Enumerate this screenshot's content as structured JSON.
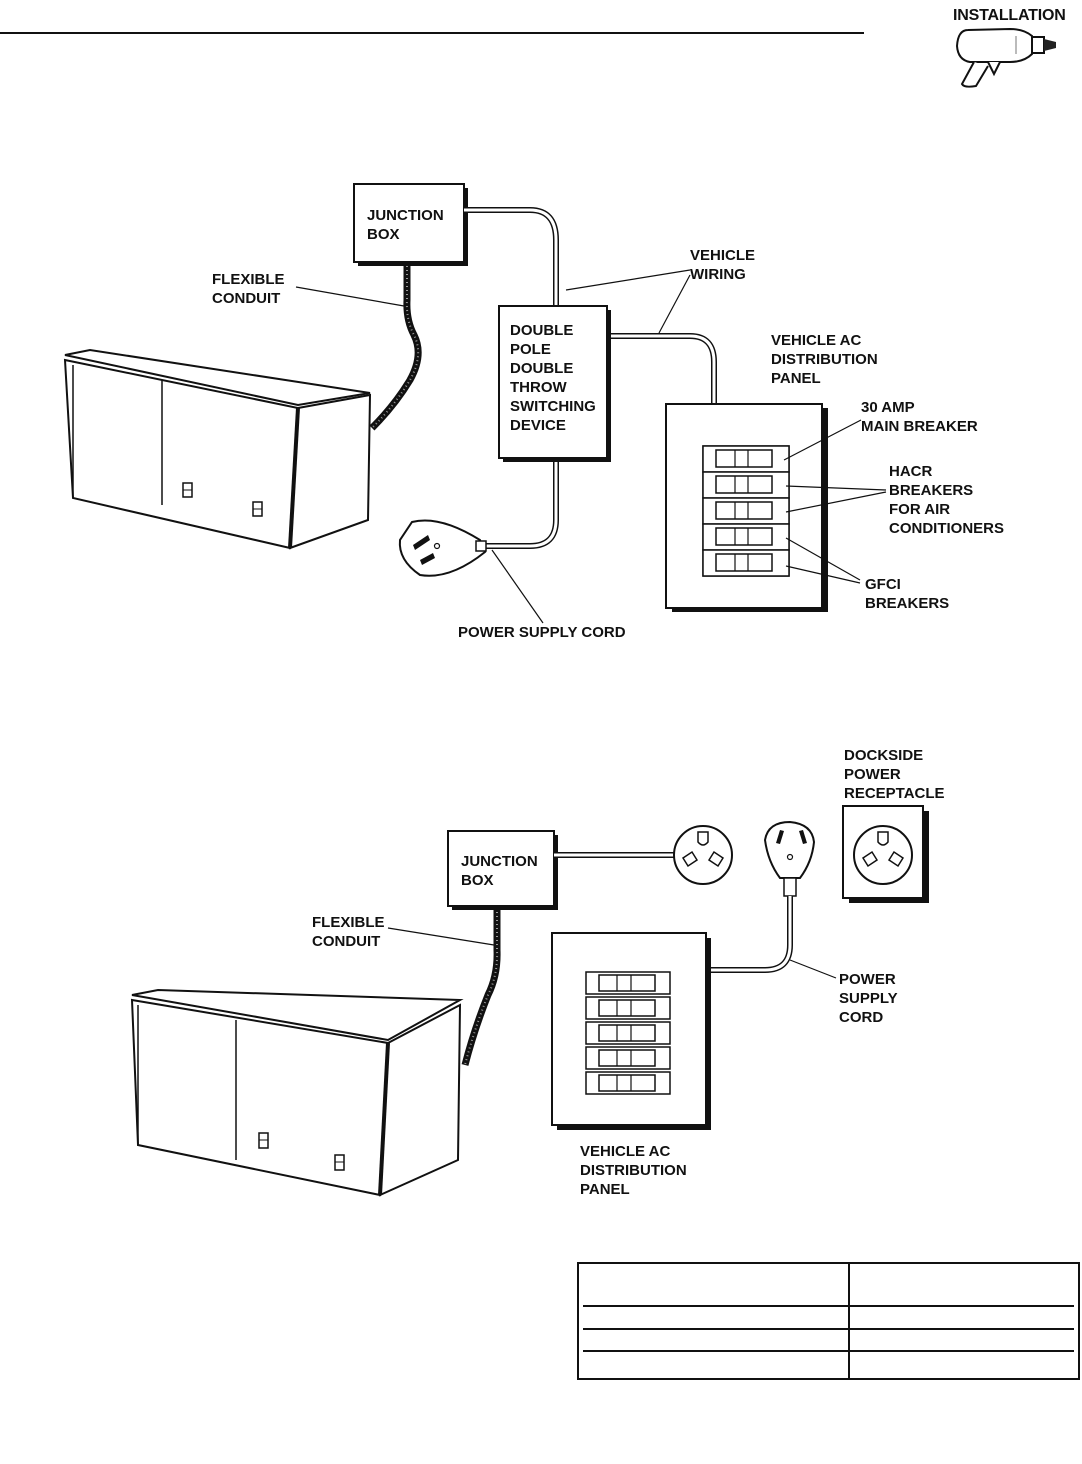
{
  "header": {
    "section_title": "INSTALLATION",
    "icon": "drill-icon"
  },
  "diagram_top": {
    "junction_box": "JUNCTION\nBOX",
    "flexible_conduit": "FLEXIBLE\nCONDUIT",
    "vehicle_wiring": "VEHICLE\nWIRING",
    "switching_device": "DOUBLE\nPOLE\nDOUBLE\nTHROW\nSWITCHING\nDEVICE",
    "distribution_panel": "VEHICLE AC\nDISTRIBUTION\nPANEL",
    "main_breaker": "30 AMP\nMAIN BREAKER",
    "hacr_breakers": "HACR\nBREAKERS\nFOR AIR\nCONDITIONERS",
    "gfci_breakers": "GFCI\nBREAKERS",
    "power_supply_cord": "POWER SUPPLY CORD"
  },
  "diagram_bottom": {
    "dockside_receptacle": "DOCKSIDE\nPOWER\nRECEPTACLE",
    "junction_box": "JUNCTION\nBOX",
    "flexible_conduit": "FLEXIBLE\nCONDUIT",
    "power_supply_cord": "POWER\nSUPPLY\n CORD",
    "distribution_panel": "VEHICLE AC\nDISTRIBUTION\nPANEL"
  },
  "table": {
    "rows": 4,
    "columns": 2
  }
}
